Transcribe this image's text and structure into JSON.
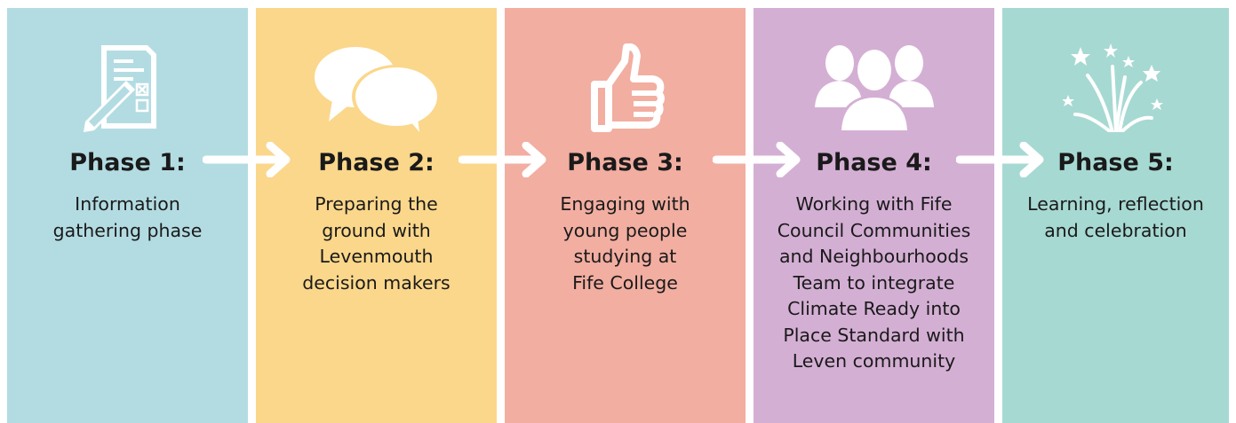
{
  "phases": [
    {
      "title": "Phase 1:",
      "desc": "Information\ngathering phase",
      "color": "#b3dce2",
      "icon": "checklist-pencil-icon"
    },
    {
      "title": "Phase 2:",
      "desc": "Preparing the\nground with\nLevenmouth\ndecision makers",
      "color": "#fbd78b",
      "icon": "speech-bubbles-icon"
    },
    {
      "title": "Phase 3:",
      "desc": "Engaging with\nyoung people\nstudying at\nFife College",
      "color": "#f2aea1",
      "icon": "thumbs-up-icon"
    },
    {
      "title": "Phase 4:",
      "desc": "Working with Fife\nCouncil Communities\nand Neighbourhoods\nTeam to integrate\nClimate Ready into\nPlace Standard with\nLeven community",
      "color": "#d4afd4",
      "icon": "people-group-icon"
    },
    {
      "title": "Phase 5:",
      "desc": "Learning, reflection\nand celebration",
      "color": "#a7d9d3",
      "icon": "fireworks-icon"
    }
  ]
}
